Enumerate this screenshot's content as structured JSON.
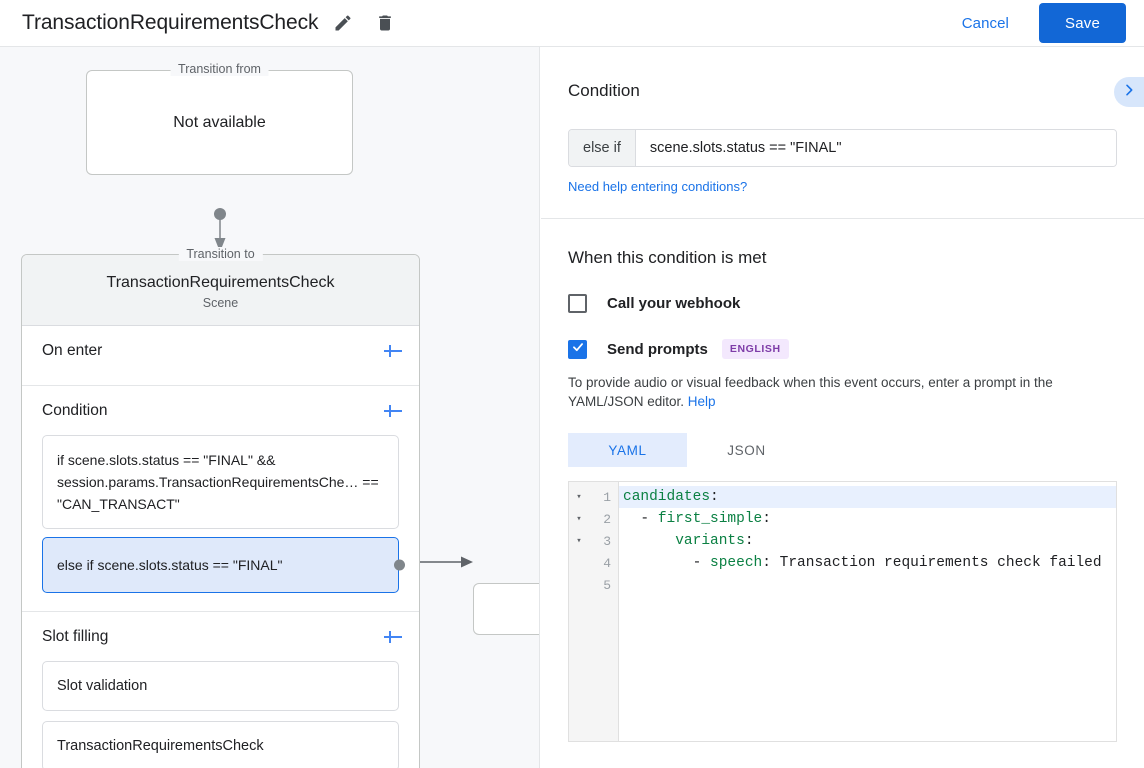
{
  "topbar": {
    "title": "TransactionRequirementsCheck",
    "edit_icon": "pencil-icon",
    "delete_icon": "trash-icon",
    "cancel_label": "Cancel",
    "save_label": "Save",
    "save_color": "#1267d6",
    "link_color": "#1a73e8"
  },
  "graph": {
    "transition_from": {
      "legend": "Transition from",
      "value": "Not available"
    },
    "transition_to": {
      "legend": "Transition to",
      "name": "TransactionRequirementsCheck",
      "type": "Scene"
    },
    "sections": [
      {
        "title": "On enter",
        "add_label": "+",
        "items": []
      },
      {
        "title": "Condition",
        "add_label": "+",
        "items": [
          {
            "text": "if scene.slots.status == \"FINAL\" && session.params.TransactionRequirementsChe… == \"CAN_TRANSACT\"",
            "selected": false
          },
          {
            "text": "else if scene.slots.status == \"FINAL\"",
            "selected": true
          }
        ]
      },
      {
        "title": "Slot filling",
        "add_label": "+",
        "items": [
          {
            "text": "Slot validation",
            "selected": false
          },
          {
            "text": "TransactionRequirementsCheck",
            "selected": false
          }
        ]
      }
    ]
  },
  "details": {
    "condition_heading": "Condition",
    "expand_icon": "chevron-right-icon",
    "condition_prefix": "else if",
    "condition_expression": "scene.slots.status == \"FINAL\"",
    "condition_help_link": "Need help entering conditions?",
    "met_heading": "When this condition is met",
    "webhook": {
      "label": "Call your webhook",
      "checked": false
    },
    "prompts": {
      "label": "Send prompts",
      "checked": true,
      "badge": "ENGLISH",
      "badge_bg": "#f3e8fd",
      "badge_fg": "#7e3ca8"
    },
    "hint_prefix": "To provide audio or visual feedback when this event occurs, enter a prompt in the YAML/JSON editor. ",
    "hint_link": "Help",
    "tabs": [
      {
        "label": "YAML",
        "active": true
      },
      {
        "label": "JSON",
        "active": false
      }
    ],
    "editor": {
      "lines": [
        {
          "no": "1",
          "fold": "▾",
          "active": true,
          "segments": [
            {
              "t": "candidates",
              "cls": "k"
            },
            {
              "t": ":",
              "cls": ""
            }
          ]
        },
        {
          "no": "2",
          "fold": "▾",
          "active": false,
          "segments": [
            {
              "t": "  - ",
              "cls": ""
            },
            {
              "t": "first_simple",
              "cls": "k"
            },
            {
              "t": ":",
              "cls": ""
            }
          ]
        },
        {
          "no": "3",
          "fold": "▾",
          "active": false,
          "segments": [
            {
              "t": "      ",
              "cls": ""
            },
            {
              "t": "variants",
              "cls": "k"
            },
            {
              "t": ":",
              "cls": ""
            }
          ]
        },
        {
          "no": "4",
          "fold": "",
          "active": false,
          "segments": [
            {
              "t": "        - ",
              "cls": ""
            },
            {
              "t": "speech",
              "cls": "k"
            },
            {
              "t": ": Transaction requirements check failed",
              "cls": ""
            }
          ]
        },
        {
          "no": "5",
          "fold": "",
          "active": false,
          "segments": []
        }
      ]
    }
  }
}
